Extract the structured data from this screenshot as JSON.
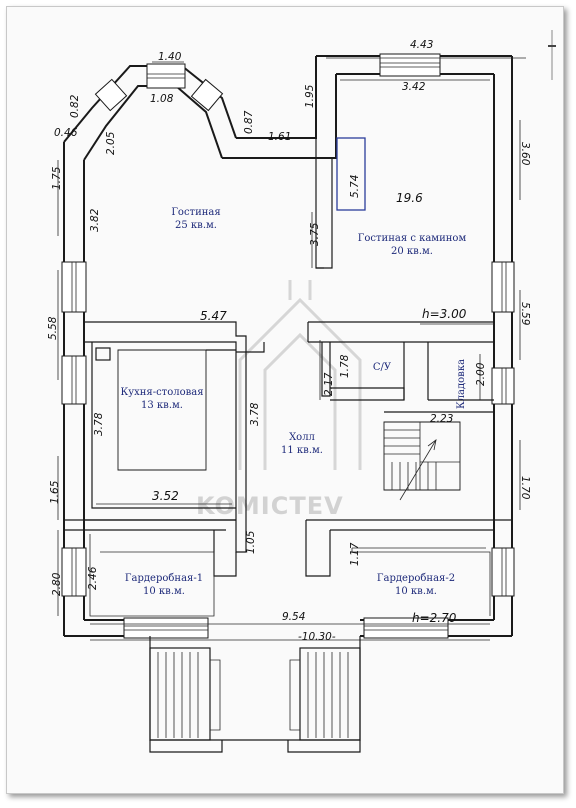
{
  "rooms": {
    "living": {
      "name": "Гостиная",
      "area": "25 кв.м."
    },
    "fireplace": {
      "name": "Гостиная с камином",
      "area": "20 кв.м."
    },
    "wc": {
      "name": "С/У"
    },
    "storage": {
      "name": "Кладовка"
    },
    "kitchen": {
      "name": "Кухня-столовая",
      "area": "13 кв.м."
    },
    "hall": {
      "name": "Холл",
      "area": "11 кв.м."
    },
    "wardrobe1": {
      "name": "Гардеробная-1",
      "area": "10 кв.м."
    },
    "wardrobe2": {
      "name": "Гардеробная-2",
      "area": "10 кв.м."
    }
  },
  "dimensions": {
    "d_140": "1.40",
    "d_108": "1.08",
    "d_082": "0.82",
    "d_046": "0.46",
    "d_205": "2.05",
    "d_087": "0.87",
    "d_161": "1.61",
    "d_195": "1.95",
    "d_443": "4.43",
    "d_342": "3.42",
    "d_360": "3.60",
    "d_574": "5.74",
    "d_196": "19.6",
    "d_175": "1.75",
    "d_382": "3.82",
    "d_375": "3.75",
    "d_558": "5.58",
    "d_559": "5.59",
    "d_h300": "h=3.00",
    "d_547": "5.47",
    "d_217": "2.17",
    "d_178": "1.78",
    "d_200": "2.00",
    "d_223": "2.23",
    "d_378a": "3.78",
    "d_378b": "3.78",
    "d_165": "1.65",
    "d_170": "1.70",
    "d_352": "3.52",
    "d_105": "1.05",
    "d_117": "1.17",
    "d_280": "2.80",
    "d_246": "2.46",
    "d_954": "9.54",
    "d_1030": "-10.30-",
    "d_h270": "h=2.70"
  },
  "watermark": "KOMICTEV"
}
